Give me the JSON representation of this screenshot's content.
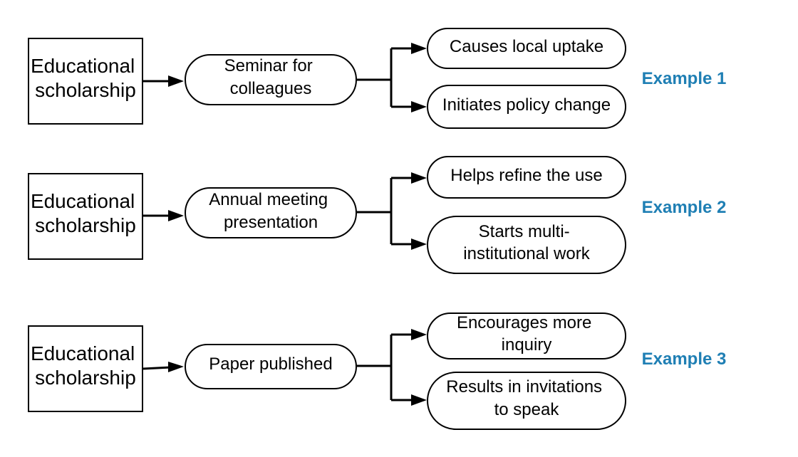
{
  "colors": {
    "example_label": "#1f7fb4",
    "stroke": "#000000",
    "fill": "#ffffff"
  },
  "rows": [
    {
      "source": [
        "Educational",
        "scholarship"
      ],
      "middle": [
        "Seminar for",
        "colleagues"
      ],
      "outcomes": [
        [
          "Causes local uptake"
        ],
        [
          "Initiates policy change"
        ]
      ],
      "label": "Example 1"
    },
    {
      "source": [
        "Educational",
        "scholarship"
      ],
      "middle": [
        "Annual meeting",
        "presentation"
      ],
      "outcomes": [
        [
          "Helps refine the use"
        ],
        [
          "Starts multi-",
          "institutional work"
        ]
      ],
      "label": "Example 2"
    },
    {
      "source": [
        "Educational",
        "scholarship"
      ],
      "middle": [
        "Paper published"
      ],
      "outcomes": [
        [
          "Encourages more",
          "inquiry"
        ],
        [
          "Results in invitations",
          "to speak"
        ]
      ],
      "label": "Example 3"
    }
  ]
}
